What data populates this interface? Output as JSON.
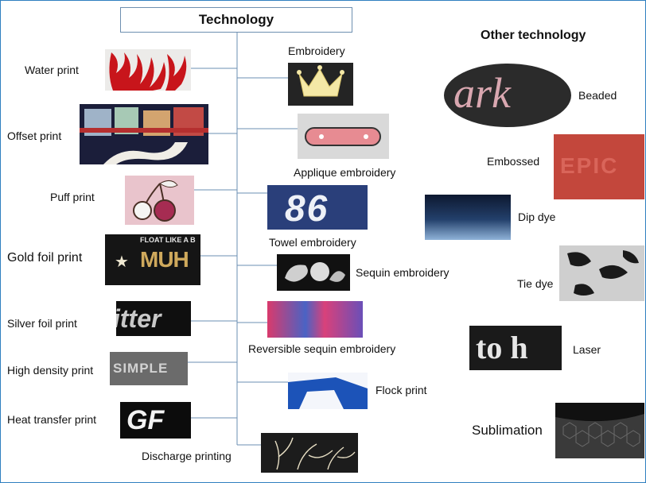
{
  "title": "Technology",
  "other_title": "Other technology",
  "left": [
    {
      "label": "Water print",
      "icon": "water-print-thumbnail"
    },
    {
      "label": "Offset print",
      "icon": "offset-print-thumbnail"
    },
    {
      "label": "Puff print",
      "icon": "puff-print-thumbnail"
    },
    {
      "label": "Gold foil print",
      "icon": "gold-foil-print-thumbnail",
      "img_text": [
        "FLOAT LIKE A B",
        "MUH"
      ]
    },
    {
      "label": "Silver foil print",
      "icon": "silver-foil-print-thumbnail",
      "img_text": "itter"
    },
    {
      "label": "High density print",
      "icon": "high-density-print-thumbnail",
      "img_text": "SIMPLE"
    },
    {
      "label": "Heat transfer print",
      "icon": "heat-transfer-print-thumbnail",
      "img_text": "GF"
    }
  ],
  "right": [
    {
      "label": "Embroidery",
      "icon": "embroidery-thumbnail"
    },
    {
      "label": "Applique embroidery",
      "icon": "applique-embroidery-thumbnail"
    },
    {
      "label": "Towel embroidery",
      "icon": "towel-embroidery-thumbnail",
      "img_text": "86"
    },
    {
      "label": "Sequin embroidery",
      "icon": "sequin-embroidery-thumbnail"
    },
    {
      "label": "Reversible sequin  embroidery",
      "icon": "reversible-sequin-embroidery-thumbnail"
    },
    {
      "label": "Flock print",
      "icon": "flock-print-thumbnail"
    },
    {
      "label": "Discharge printing",
      "icon": "discharge-printing-thumbnail"
    }
  ],
  "other": [
    {
      "label": "Beaded",
      "icon": "beaded-thumbnail",
      "img_text": "ark"
    },
    {
      "label": "Embossed",
      "icon": "embossed-thumbnail",
      "img_text": "EPIC"
    },
    {
      "label": "Dip dye",
      "icon": "dip-dye-thumbnail"
    },
    {
      "label": "Tie dye",
      "icon": "tie-dye-thumbnail"
    },
    {
      "label": "Laser",
      "icon": "laser-thumbnail",
      "img_text": "to h"
    },
    {
      "label": "Sublimation",
      "icon": "sublimation-thumbnail"
    }
  ],
  "colors": {
    "line": "#6b8fb3",
    "frame": "#2f7fc0"
  }
}
